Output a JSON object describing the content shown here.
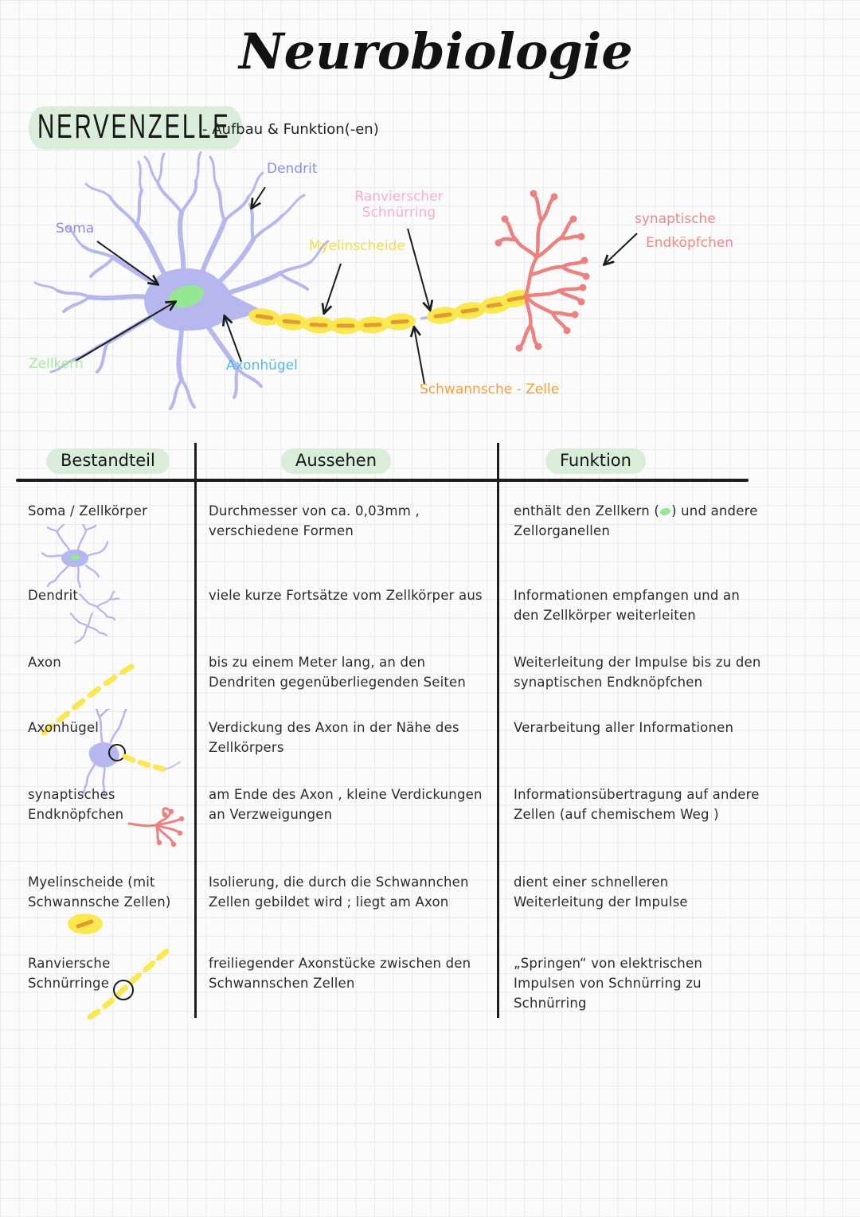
{
  "page_title": "Neurobiologie",
  "section": {
    "heading": "NERVENZELLE",
    "subtitle": "- Aufbau & Funktion(-en)"
  },
  "colors": {
    "neuron_body": "#b5b7ee",
    "nucleus_green": "#96e792",
    "myelin_yellow": "#fbe84e",
    "myelin_dash_orange": "#e39b2f",
    "terminal_red": "#ee8080",
    "label_purple": "#8d90e2",
    "label_pink": "#f8aed2",
    "label_yellow": "#f2de4a",
    "label_salmon": "#ef8888",
    "label_green": "#a6eb9e",
    "label_blue": "#4fb9f2",
    "label_orange": "#f0a238",
    "highlight_green": "#d9edda",
    "ink": "#1c1c1c"
  },
  "diagram": {
    "labels": {
      "soma": "Soma",
      "dendrit": "Dendrit",
      "ranvier_line1": "Ranvierscher",
      "ranvier_line2": "Schnürring",
      "myelinscheide": "Myelinscheide",
      "synaptische_line1": "synaptische",
      "synaptische_line2": "Endköpfchen",
      "zellkern": "Zellkern",
      "axonhuegel": "Axonhügel",
      "schwannsche_zelle": "Schwannsche - Zelle"
    }
  },
  "table": {
    "headers": [
      "Bestandteil",
      "Aussehen",
      "Funktion"
    ],
    "rows": [
      {
        "bestandteil": "Soma / Zellkörper",
        "aussehen": "Durchmesser von ca. 0,03mm , verschiedene Formen",
        "funktion_pre": "enthält den Zellkern (",
        "funktion_post": ") und andere Zellorganellen"
      },
      {
        "bestandteil": "Dendrit",
        "aussehen": "viele kurze Fortsätze vom Zellkörper aus",
        "funktion": "Informationen empfangen und an den Zellkörper weiterleiten"
      },
      {
        "bestandteil": "Axon",
        "aussehen": "bis zu einem Meter lang, an den Dendriten gegenüberliegenden Seiten",
        "funktion": "Weiterleitung der Impulse bis zu den synaptischen Endknöpfchen"
      },
      {
        "bestandteil": "Axonhügel",
        "aussehen": "Verdickung des Axon in der Nähe des Zellkörpers",
        "funktion": "Verarbeitung aller Informationen"
      },
      {
        "bestandteil": "synaptisches Endknöpfchen",
        "aussehen": "am Ende des Axon , kleine Verdickungen an Verzweigungen",
        "funktion": "Informationsübertragung auf andere Zellen (auf chemischem Weg )"
      },
      {
        "bestandteil": "Myelinscheide (mit Schwannsche Zellen)",
        "aussehen": "Isolierung, die durch die Schwannchen Zellen gebildet wird ; liegt am Axon",
        "funktion": "dient einer schnelleren Weiterleitung der Impulse"
      },
      {
        "bestandteil": "Ranviersche Schnürringe",
        "aussehen": "freiliegender Axonstücke zwischen den Schwannschen Zellen",
        "funktion": "„Springen“ von elektrischen Impulsen von Schnürring zu Schnürring"
      }
    ]
  }
}
